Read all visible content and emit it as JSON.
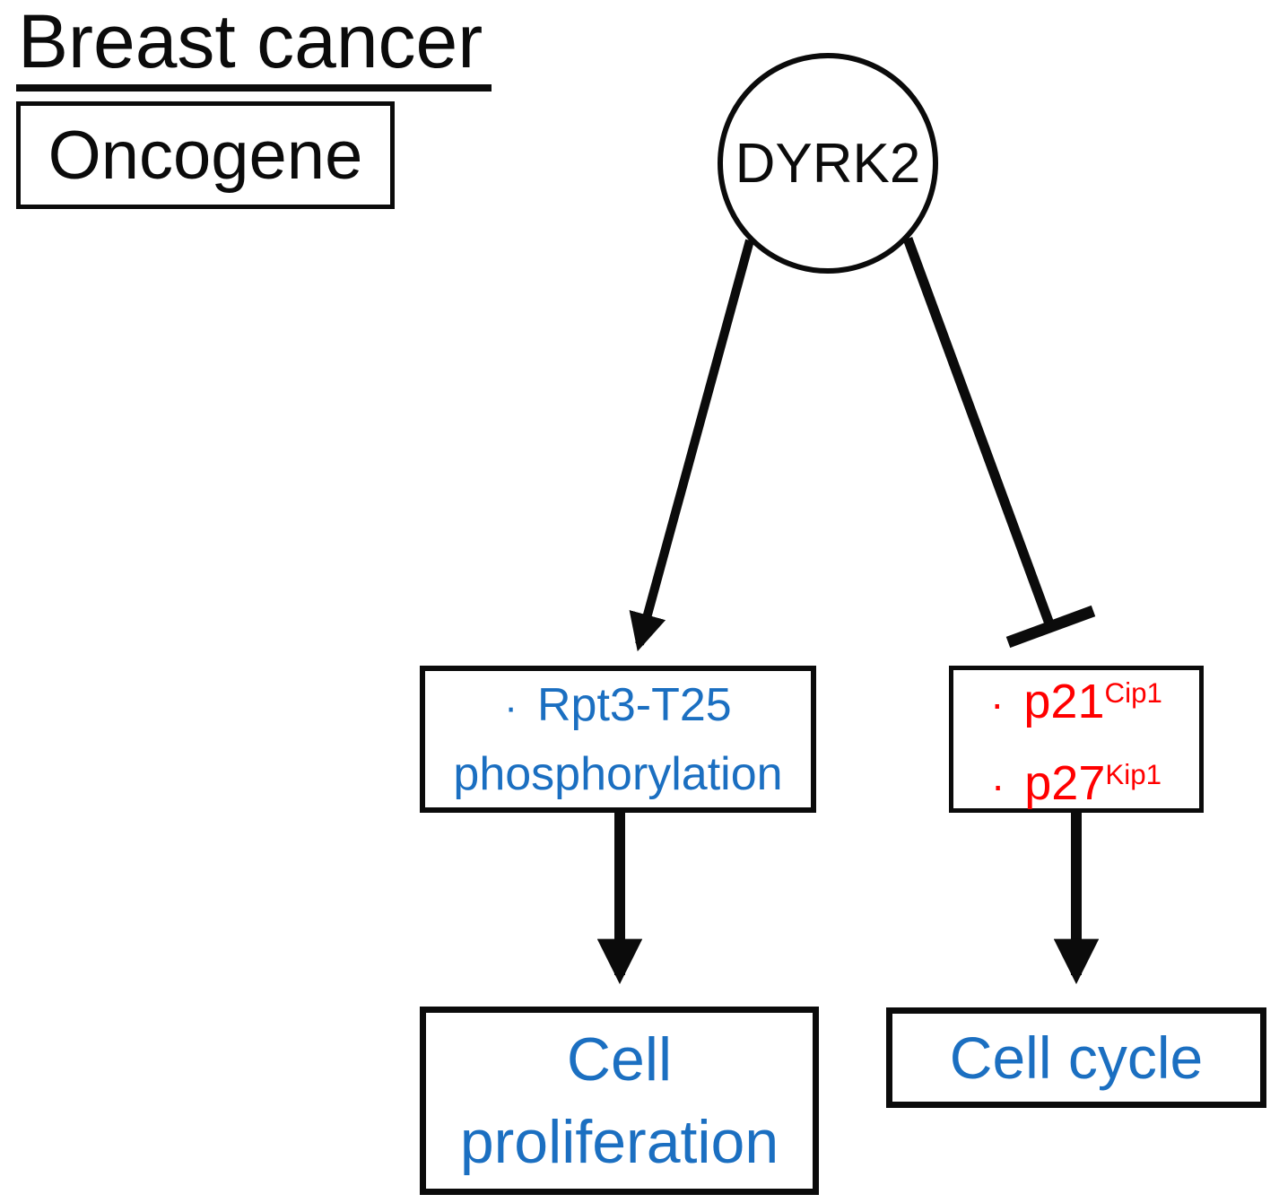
{
  "title": "Breast cancer",
  "oncogene_label": "Oncogene",
  "kinase_label": "DYRK2",
  "substrate_box": {
    "bullet": "·",
    "line1": "Rpt3-T25",
    "line2": "phosphorylation"
  },
  "inhibited_box": {
    "bullet": "·",
    "items": [
      {
        "base": "p21",
        "sup": "Cip1"
      },
      {
        "base": "p27",
        "sup": "Kip1"
      }
    ]
  },
  "outcome_left": {
    "line1": "Cell",
    "line2": "proliferation"
  },
  "outcome_right": "Cell cycle",
  "colors": {
    "substrate_text": "#1B6FC1",
    "inhibitor_text": "#FF0000",
    "outcome_text": "#1B6FC1",
    "line_color": "#0b0b0b"
  }
}
